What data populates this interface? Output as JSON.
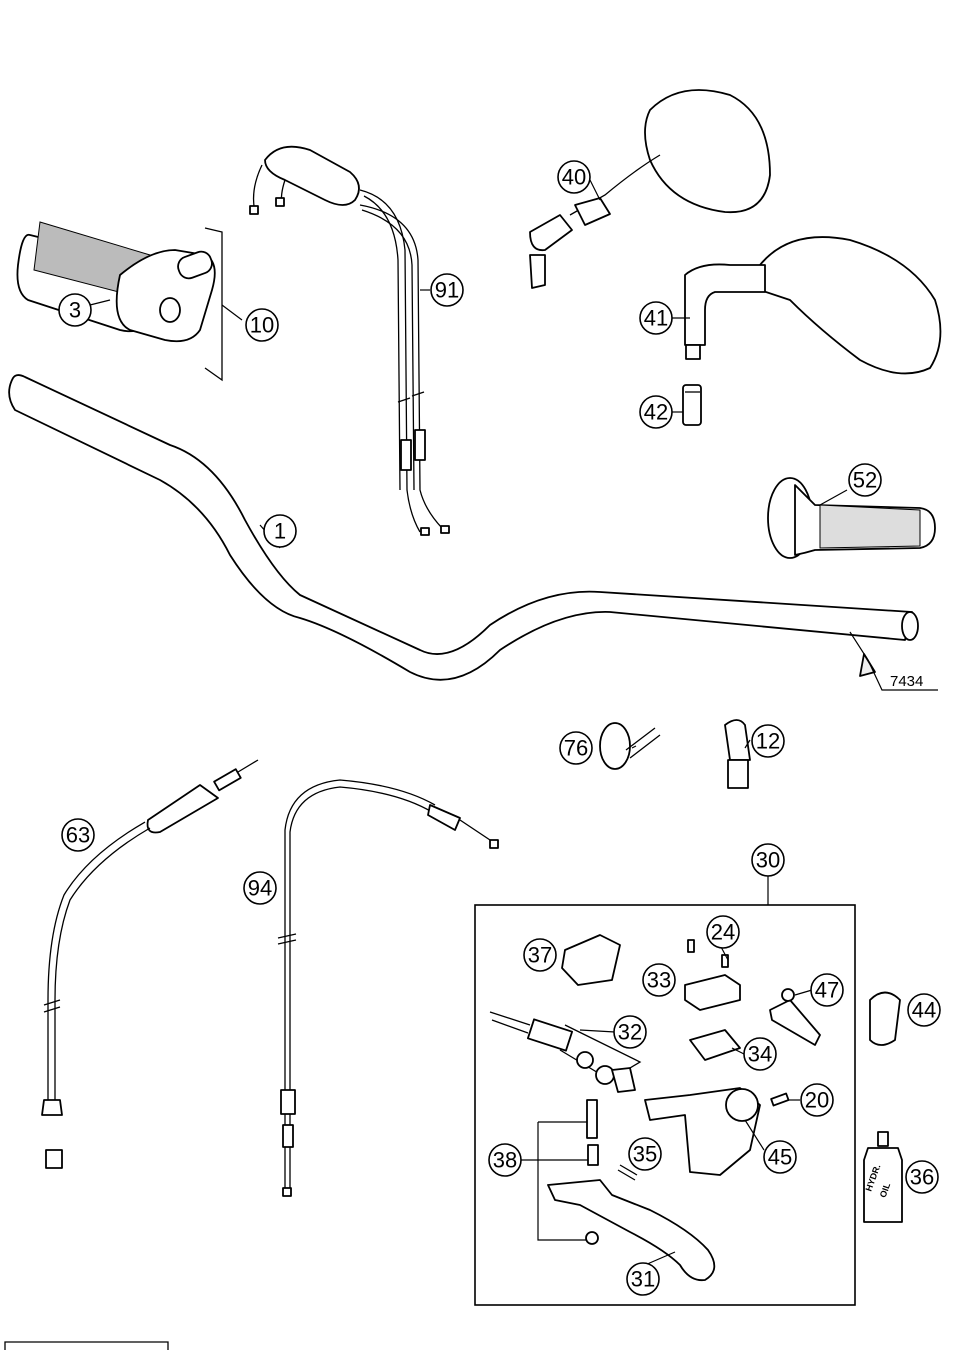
{
  "callouts": [
    {
      "id": "c3",
      "label": "3"
    },
    {
      "id": "c10",
      "label": "10"
    },
    {
      "id": "c91",
      "label": "91"
    },
    {
      "id": "c40",
      "label": "40"
    },
    {
      "id": "c41",
      "label": "41"
    },
    {
      "id": "c42",
      "label": "42"
    },
    {
      "id": "c52",
      "label": "52"
    },
    {
      "id": "c1",
      "label": "1"
    },
    {
      "id": "c76",
      "label": "76"
    },
    {
      "id": "c12",
      "label": "12"
    },
    {
      "id": "c63",
      "label": "63"
    },
    {
      "id": "c94",
      "label": "94"
    },
    {
      "id": "c30",
      "label": "30"
    },
    {
      "id": "c37",
      "label": "37"
    },
    {
      "id": "c24",
      "label": "24"
    },
    {
      "id": "c33",
      "label": "33"
    },
    {
      "id": "c47",
      "label": "47"
    },
    {
      "id": "c44",
      "label": "44"
    },
    {
      "id": "c32",
      "label": "32"
    },
    {
      "id": "c34",
      "label": "34"
    },
    {
      "id": "c20",
      "label": "20"
    },
    {
      "id": "c38",
      "label": "38"
    },
    {
      "id": "c35",
      "label": "35"
    },
    {
      "id": "c45",
      "label": "45"
    },
    {
      "id": "c36",
      "label": "36"
    },
    {
      "id": "c31",
      "label": "31"
    }
  ],
  "reference_number": "7434",
  "bottle_label": {
    "line1": "HYDR.",
    "line2": "OIL"
  }
}
